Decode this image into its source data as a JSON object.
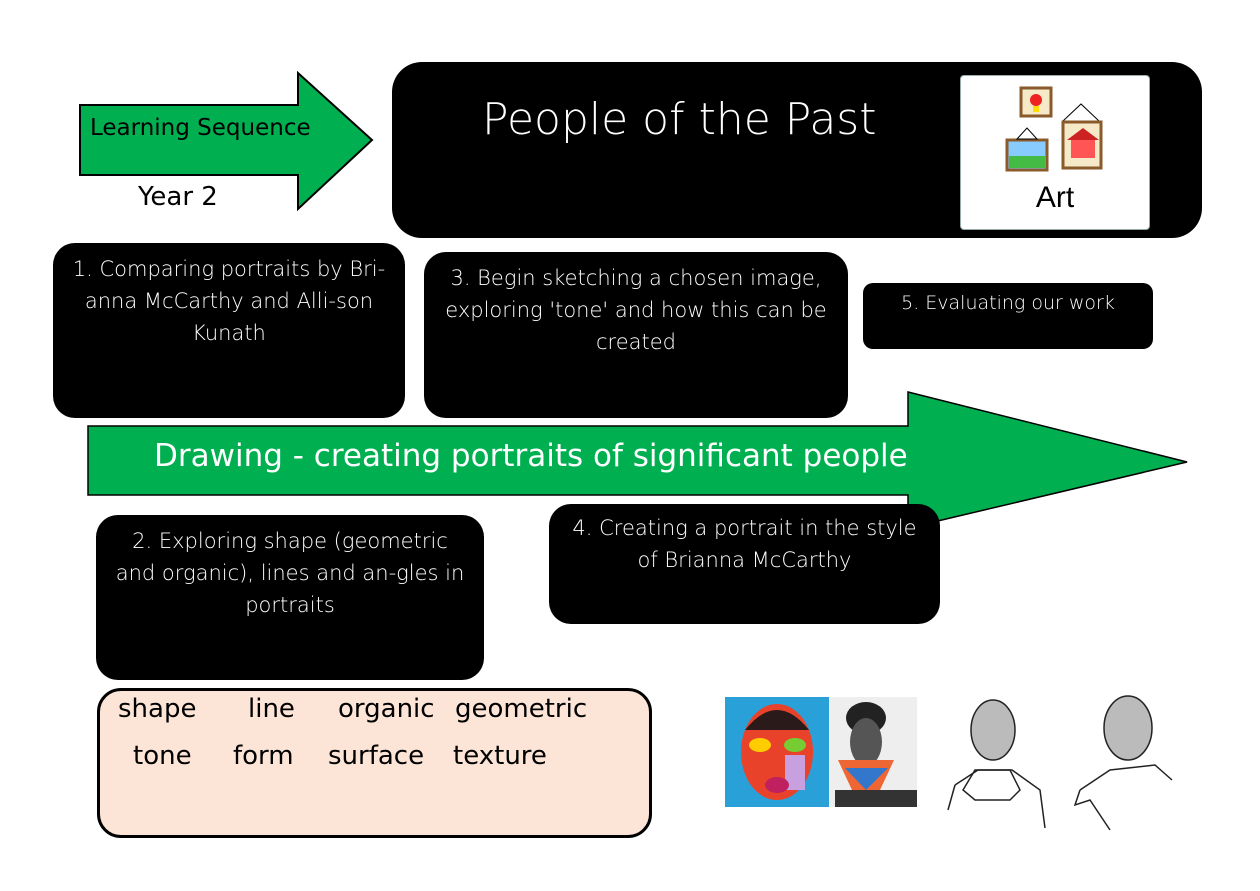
{
  "header": {
    "arrow_label": "Learning Sequence",
    "year": "Year 2",
    "title": "People of the Past"
  },
  "art_icon": {
    "label": "Art"
  },
  "steps": [
    {
      "text": "1. Comparing portraits by Bri-anna McCarthy and Alli-son Kunath"
    },
    {
      "text": "2. Exploring shape (geometric and organic), lines and an-gles in portraits"
    },
    {
      "text": "3. Begin sketching a chosen image, exploring 'tone' and how this can be created"
    },
    {
      "text": "4. Creating a portrait in the style of Brianna McCarthy"
    },
    {
      "text": "5. Evaluating our work"
    }
  ],
  "main_arrow": {
    "label": "Drawing - creating portraits of significant people"
  },
  "vocabulary": [
    "shape",
    "line",
    "organic",
    "geometric",
    "tone",
    "form",
    "surface",
    "texture"
  ],
  "colors": {
    "green": "#00b050",
    "black": "#000000",
    "vocab_bg": "#fce4d6"
  }
}
